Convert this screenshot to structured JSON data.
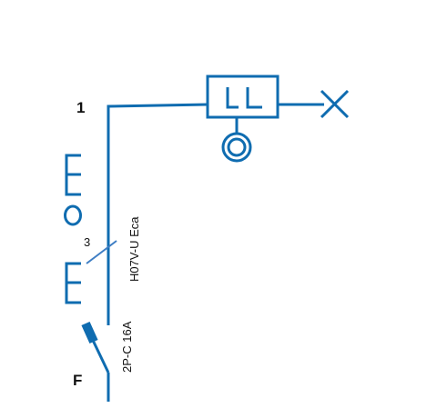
{
  "diagram": {
    "circuit_number": "1",
    "phase_label": "F",
    "cable_conductor_count": "3",
    "cable_type": "H07V-U Eca",
    "breaker_rating": "2P-C 16A"
  },
  "colors": {
    "line": "#0f6cb0",
    "cable_tick": "#3f7ec4",
    "text": "#111111",
    "background": "#ffffff"
  }
}
